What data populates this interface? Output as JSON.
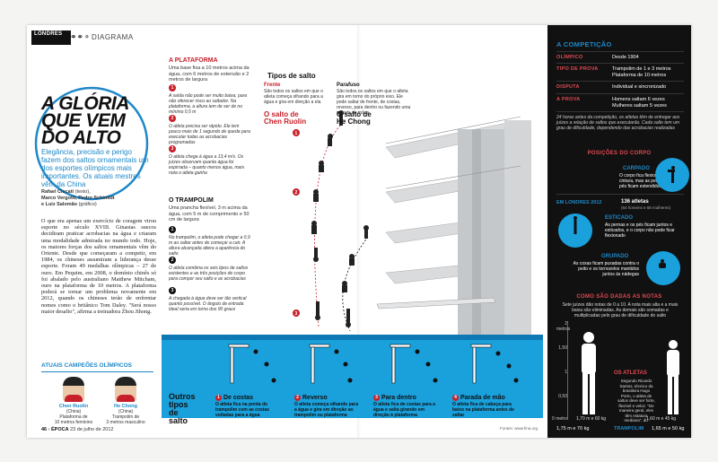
{
  "header": {
    "logo_text": "LONDRES",
    "section": "DIAGRAMA"
  },
  "story": {
    "headline_1": "A GLÓRIA",
    "headline_2": "QUE VEM",
    "headline_3": "DO ALTO",
    "deck": "Elegância, precisão e perigo fazem dos saltos ornamentais um dos esportes olímpicos mais importantes. Os atuais mestres vêm da China",
    "credit_1": "Rafael Ciscati",
    "credit_1_role": "(texto),",
    "credit_2": "Marco Vergotti, Pedro Schimidt",
    "credit_3": "e Luiz Salomão",
    "credit_3_role": "(gráfico)",
    "body": "O que era apenas um exercício de coragem virou esporte no século XVIII. Ginastas suecos decidiram praticar acrobacias na água e criaram uma modalidade admirada no mundo todo. Hoje, os maiores forças dos saltos ornamentais vêm do Oriente. Desde que começaram a competir, em 1984, os chineses assumiram a liderança desse esporte. Foram 49 medalhas olímpicas – 27 de ouro. Em Pequim, em 2008, o domínio chinês só foi abalado pelo australiano Matthew Mitcham, ouro na plataforma de 10 metros. A plataforma poderá se tornar um problema novamente em 2012, quando os chineses terão de enfrentar nomes como o britânico Tom Daley. \"Será nosso maior desafio\", afirma a treinadora Zhou Jihong."
  },
  "champions": {
    "title": "ATUAIS CAMPEÕES OLÍMPICOS",
    "items": [
      {
        "name": "Chen Ruolin",
        "country": "(China)",
        "event_1": "Plataforma de",
        "event_2": "10 metros feminino"
      },
      {
        "name": "He Chong",
        "country": "(China)",
        "event_1": "Trampolim de",
        "event_2": "3 metros masculino"
      }
    ]
  },
  "folio": {
    "page": "46",
    "mag": "ÉPOCA",
    "date": "23 de julho de 2012"
  },
  "plataforma": {
    "title": "A PLATAFORMA",
    "sub": "Uma base fixa a 10 metros acima da água, com 6 metros de extensão e 2 metros de largura",
    "notes": [
      {
        "n": "1",
        "text": "A saída não pode ser muito baixa, para não oferecer risco ao saltador. Na plataforma, a altura tem de ser de no mínimo 0,5 m"
      },
      {
        "n": "2",
        "text": "O atleta precisa ser rápido. Ele tem pouco mais de 1 segundo de queda para executar todas as acrobacias programadas"
      },
      {
        "n": "3",
        "text": "O atleta chega à água a 13,4 m/s. Os juízes observam quanta água foi espirrada – quanto menos água, mais nota o atleta ganha"
      }
    ]
  },
  "trampolim": {
    "title": "O TRAMPOLIM",
    "sub": "Uma prancha flexível, 3 m acima da água, com 5 m de comprimento e 50 cm de largura",
    "notes": [
      {
        "n": "1",
        "text": "No trampolim, o atleta pode chegar a 0,9 m ao saltar antes de começar a cair. A altura alcançada altera a aparência do salto"
      },
      {
        "n": "2",
        "text": "O atleta combina os seis tipos de saltos existentes e as três posições de corpo para compor seu salto e as acrobacias"
      },
      {
        "n": "3",
        "text": "A chegada à água deve ser tão vertical quanto possível. O ângulo de entrada ideal seria em torno dos 90 graus"
      }
    ]
  },
  "tipos": {
    "title": "Tipos de salto",
    "frente_title": "Frente",
    "frente_text": "São todos os saltos em que o atleta começa olhando para a água e gira em direção a ela",
    "parafuso_title": "Parafuso",
    "parafuso_text": "São todos os saltos em que o atleta gira em torno do próprio eixo. Ele pode saltar de frente, de costas, reverso, para dentro ou fazendo uma parada de mãos",
    "tag_chen_1": "O salto de",
    "tag_chen_2": "Chen Ruolin",
    "tag_he_1": "O salto de",
    "tag_he_2": "He Chong"
  },
  "outros": {
    "title_1": "Outros",
    "title_2": "tipos",
    "title_3": "de",
    "title_4": "salto",
    "items": [
      {
        "n": "1",
        "title": "De costas",
        "text": "O atleta fica na ponta do trampolim com as costas voltadas para a água"
      },
      {
        "n": "2",
        "title": "Reverso",
        "text": "O atleta começa olhando para a água e gira em direção ao trampolim ou plataforma"
      },
      {
        "n": "3",
        "title": "Para dentro",
        "text": "O atleta fica de costas para a água e salta girando em direção à plataforma"
      },
      {
        "n": "4",
        "title": "Parada de mão",
        "text": "O atleta fica de cabeça para baixo na plataforma antes de saltar"
      }
    ],
    "fonte": "Fontes: www.fina.org"
  },
  "competicao": {
    "title": "A COMPETIÇÃO",
    "rows": [
      {
        "k": "OLÍMPICO",
        "v": "Desde 1904"
      },
      {
        "k": "TIPO DE PROVA",
        "v": "Trampolim de 1 e 3 metros Plataforma de 10 metros"
      },
      {
        "k": "DISPUTA",
        "v": "Individual e sincronizado"
      },
      {
        "k": "A PROVA",
        "v": "Homens saltam 6 vezes Mulheres saltam 5 vezes"
      }
    ],
    "note": "24 horas antes da competição, os atletas têm de entregar aos juízes a relação de saltos que executarão. Cada salto tem um grau de dificuldade, dependendo das acrobacias realizadas",
    "londres_label": "EM LONDRES 2012",
    "londres_value": "136 atletas",
    "londres_sub": "(64 homens e 68 mulheres)"
  },
  "posicoes": {
    "title": "POSIÇÕES DO CORPO",
    "items": [
      {
        "name": "CARPADO",
        "text": "O corpo fica flexionado na cintura, mas as pernas e os pés ficam estendidos"
      },
      {
        "name": "ESTICADO",
        "text": "As pernas e os pés ficam juntos e esticados, e o corpo não pode ficar flexionado"
      },
      {
        "name": "GRUPADO",
        "text": "As coxas ficam puxadas contra o peito e os tornozelos mantidos juntos às nádegas"
      }
    ]
  },
  "notas": {
    "title": "COMO SÃO DADAS AS NOTAS",
    "text": "Sete juízes dão notas de 0 a 10. A nota mais alta e a mais baixa são eliminadas. As demais são somadas e multiplicadas pelo grau de dificuldade do salto"
  },
  "atletas": {
    "title": "OS ATLETAS",
    "note": "Segundo Ricardo Santos, técnico da brasileira Hugo Porto, o atleta de saltos deve ser forte, flexível e veloz. \"De maneira geral, eles têm estatura mediana\", diz",
    "ticks": [
      "2 metros",
      "1,50",
      "1",
      "0,50",
      "0 metro"
    ],
    "m1": "1,70 m e 60 kg",
    "m2": "1,60 m e 45 kg",
    "bottom_1": "1,75 m e 70 kg",
    "bottom_label": "TRAMPOLIM",
    "bottom_2": "1,65 m e 50 kg"
  },
  "colors": {
    "accent_red": "#c8202a",
    "accent_blue": "#1e88c8",
    "pool": "#1aa0db",
    "panel": "#111111"
  }
}
